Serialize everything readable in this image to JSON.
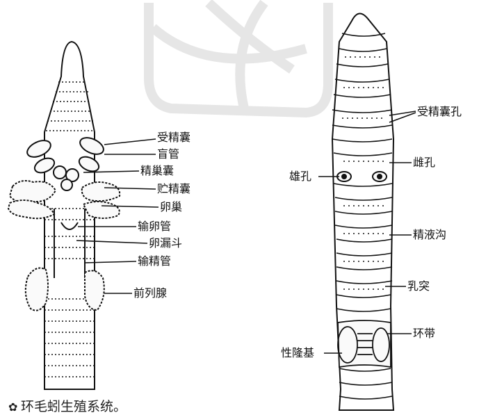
{
  "left_labels": {
    "spermatheca": "受精囊",
    "caecum": "盲管",
    "seminal_funnel_sac": "精巢囊",
    "seminal_vesicle": "贮精囊",
    "ovary": "卵巢",
    "oviduct": "输卵管",
    "ovarian_funnel": "卵漏斗",
    "vas_deferens": "输精管",
    "prostate": "前列腺"
  },
  "right_labels": {
    "spermathecal_pores": "受精囊孔",
    "female_pore": "雌孔",
    "male_pore": "雄孔",
    "seminal_groove": "精液沟",
    "papilla": "乳突",
    "clitellum": "环带",
    "genital_tumescence": "性隆基"
  },
  "caption": {
    "bullet_icon": "bullet-icon",
    "text": "环毛蚓生殖系统。"
  },
  "colors": {
    "ink": "#111111",
    "watermark": "#e8e8e8"
  }
}
